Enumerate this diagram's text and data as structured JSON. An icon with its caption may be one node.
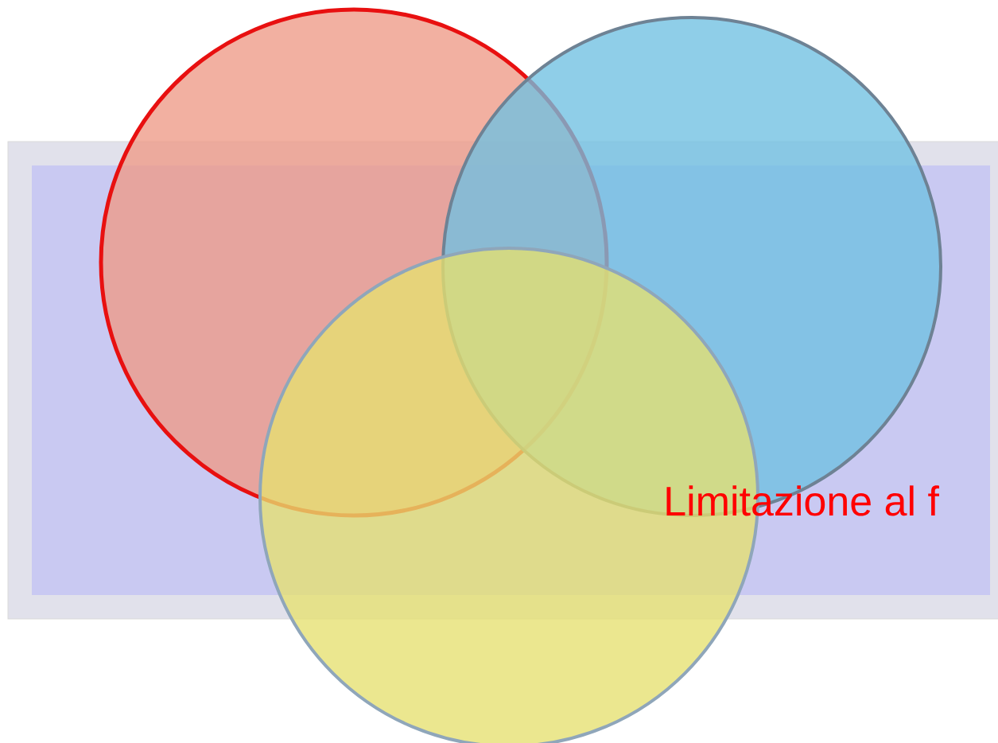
{
  "diagram": {
    "nodes": [
      {
        "text": [
          "Limitazione al f"
        ]
      },
      {
        "text": [],
        "shape": "circle"
      },
      {
        "text": [],
        "shape": "circle"
      },
      {
        "text": [],
        "shape": "circle"
      }
    ]
  }
}
